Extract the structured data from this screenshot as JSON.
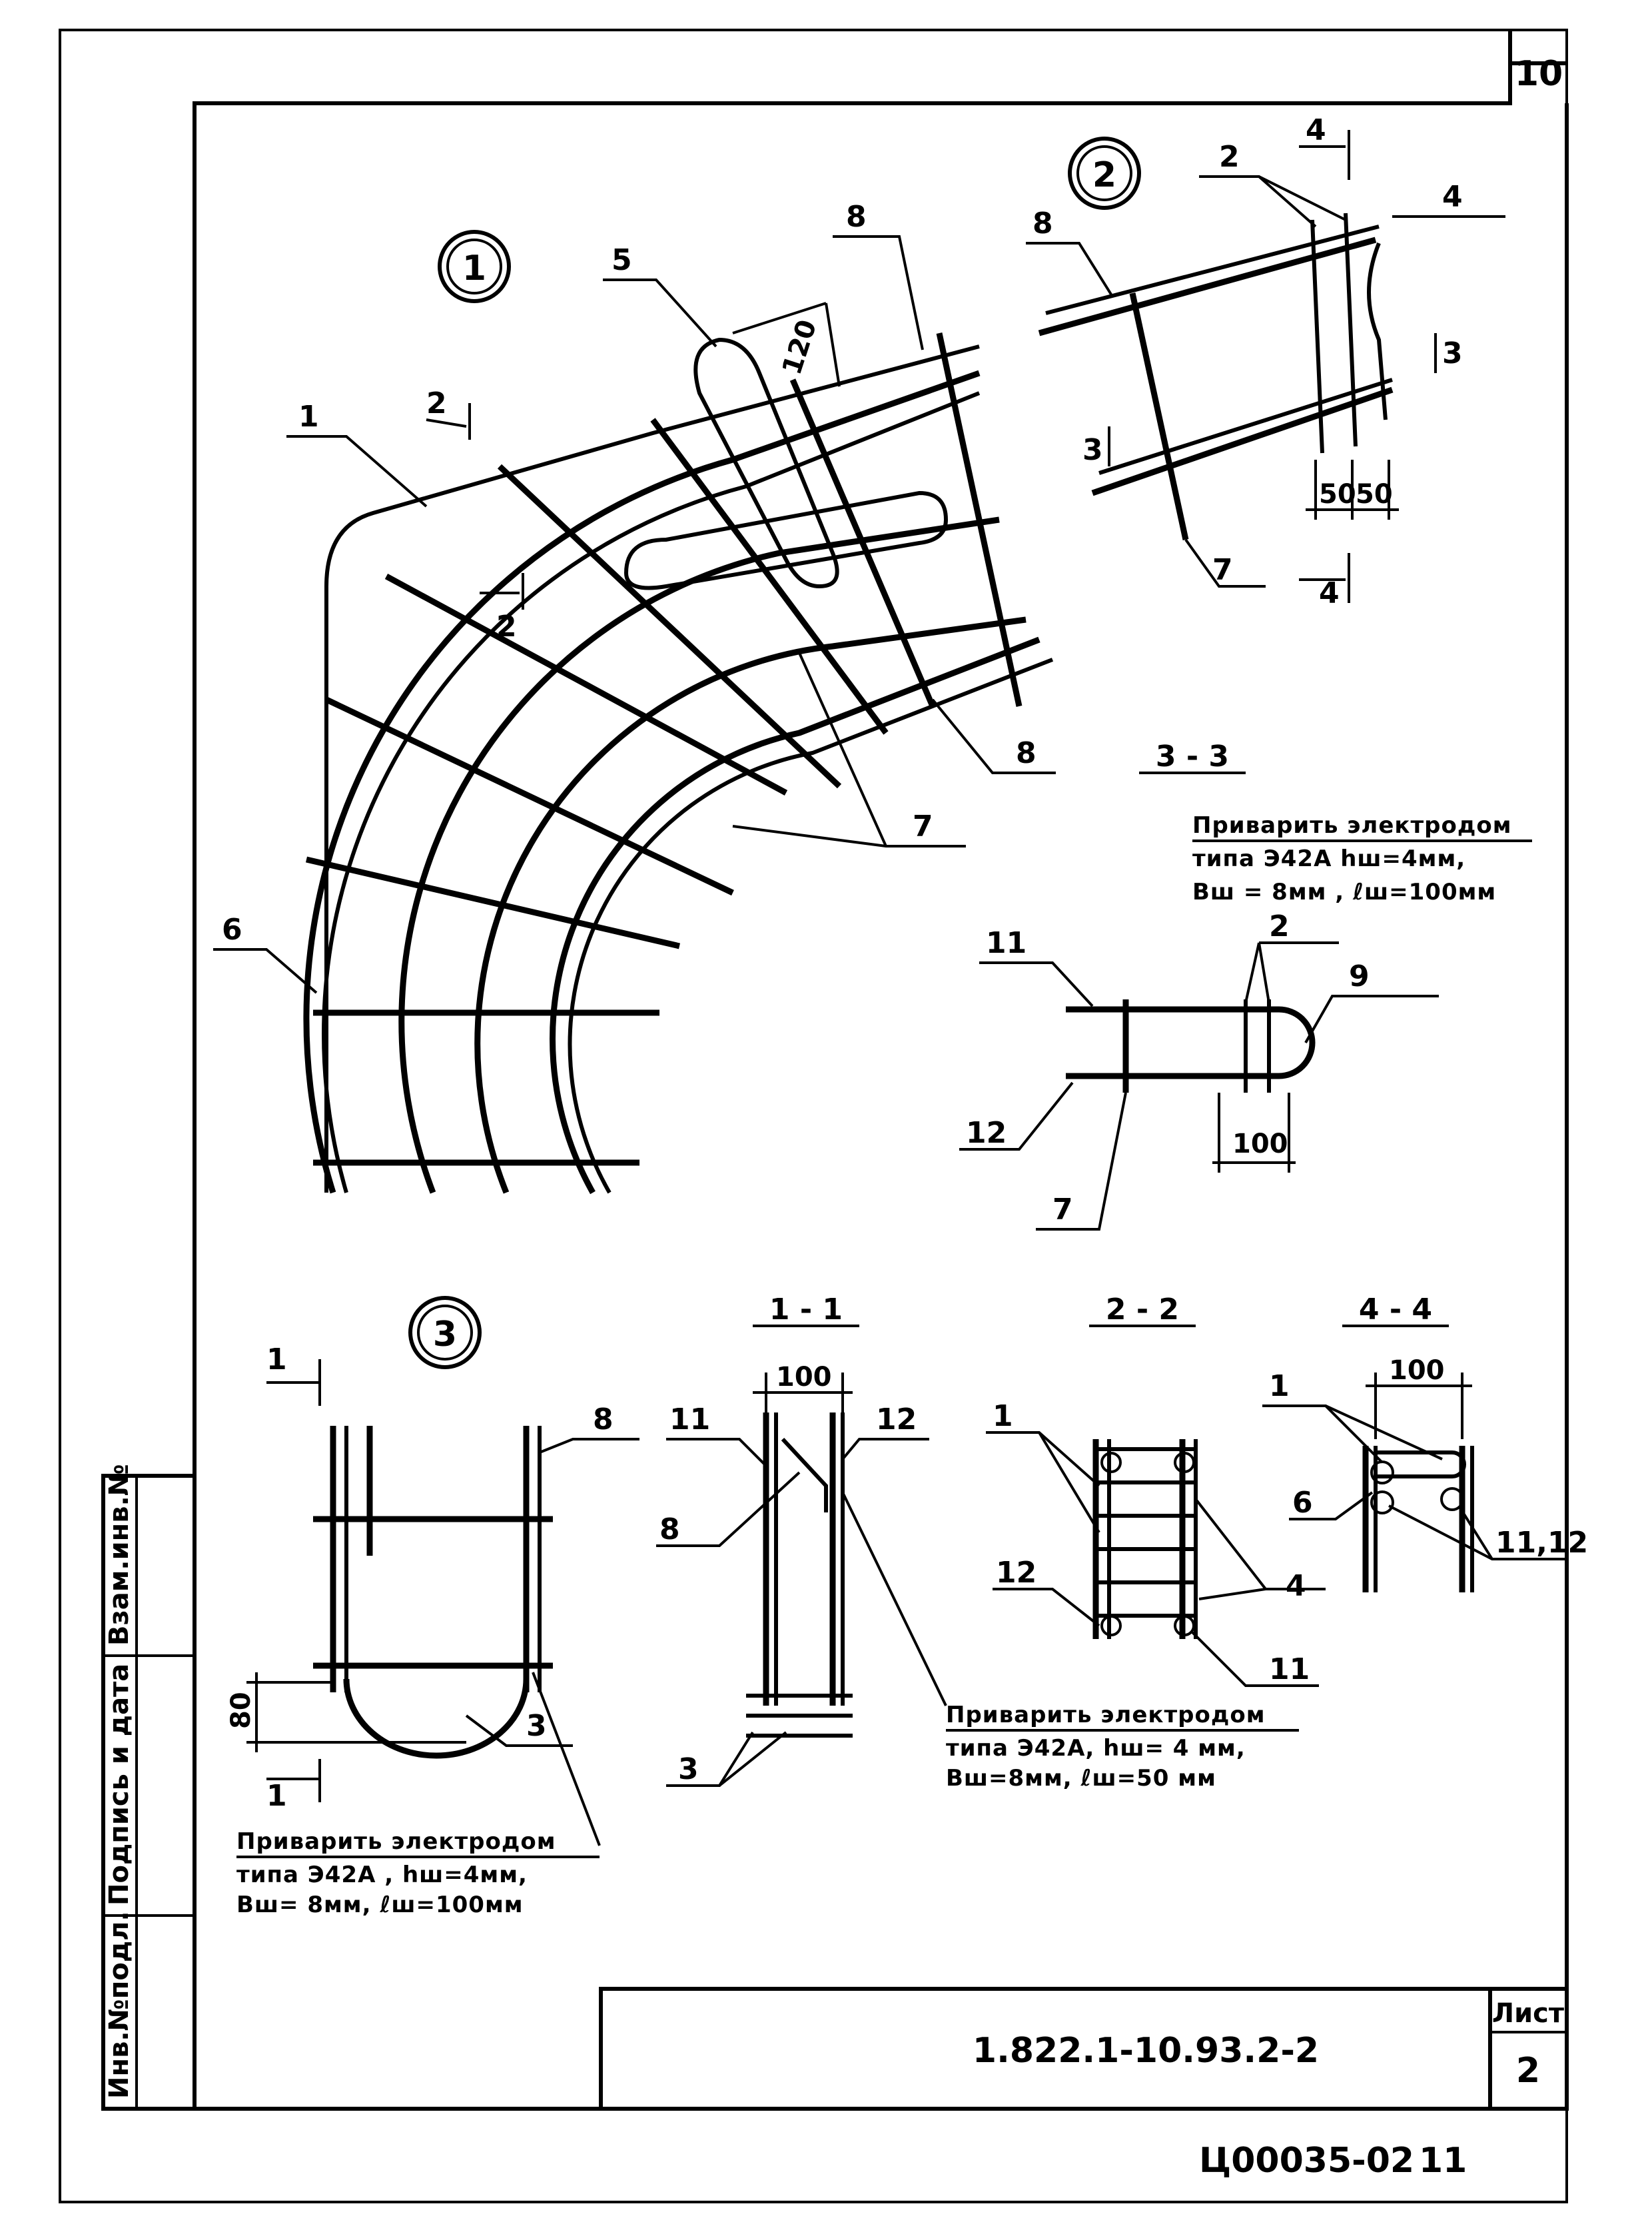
{
  "sheet": {
    "corner_number": "10",
    "designation": "1.822.1-10.93.2-2",
    "sheet_label": "Лист",
    "sheet_number": "2",
    "archive_code": "Ц00035-02",
    "archive_page": "11"
  },
  "side_stamp": {
    "cell1": "Инв.№подл.",
    "cell2": "Подпись и дата",
    "cell3": "Взам.инв.№"
  },
  "view1": {
    "node": "1",
    "callouts": [
      "1",
      "2",
      "2",
      "5",
      "6",
      "7",
      "8",
      "8"
    ],
    "dim_120": "120"
  },
  "view2": {
    "node": "2",
    "callouts": [
      "2",
      "4",
      "4",
      "4",
      "7",
      "8",
      "3",
      "3"
    ],
    "dims": [
      "50",
      "50"
    ]
  },
  "view3": {
    "node": "3",
    "callouts": [
      "1",
      "1",
      "3",
      "8"
    ],
    "dim_80": "80",
    "weld_note": [
      "Приварить электродом",
      "типа Э42А , hш=4мм,",
      "Вш= 8мм, ℓш=100мм"
    ]
  },
  "section33": {
    "title": "3 - 3",
    "callouts": [
      "2",
      "7",
      "9",
      "11",
      "12"
    ],
    "dim_100": "100",
    "weld_note": [
      "Приварить электродом",
      "типа Э42А  hш=4мм,",
      "Вш = 8мм , ℓш=100мм"
    ]
  },
  "section11": {
    "title": "1 - 1",
    "callouts": [
      "3",
      "8",
      "11",
      "12"
    ],
    "dim_100": "100",
    "weld_note": [
      "Приварить электродом",
      "типа Э42А, hш= 4 мм,",
      "Вш=8мм,   ℓш=50 мм"
    ]
  },
  "section22": {
    "title": "2 - 2",
    "callouts": [
      "1",
      "4",
      "11",
      "12"
    ]
  },
  "section44": {
    "title": "4 - 4",
    "callouts": [
      "1",
      "6",
      "11,12"
    ],
    "dim_100": "100"
  }
}
